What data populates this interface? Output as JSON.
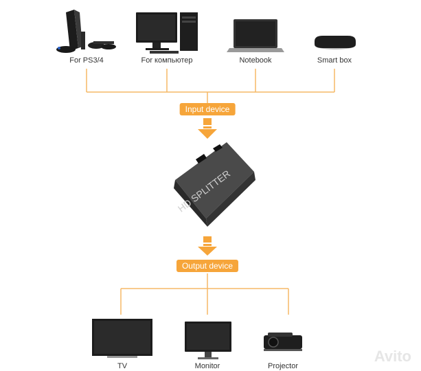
{
  "inputs": {
    "items": [
      {
        "label": "For PS3/4",
        "icon": "game-console-icon"
      },
      {
        "label": "For компьютер",
        "icon": "desktop-computer-icon"
      },
      {
        "label": "Notebook",
        "icon": "notebook-icon"
      },
      {
        "label": "Smart box",
        "icon": "smart-box-icon"
      }
    ]
  },
  "input_pill": "Input device",
  "splitter": {
    "icon": "hdmi-splitter-icon",
    "brand_text": "HD SPLITTER"
  },
  "output_pill": "Output device",
  "outputs": {
    "items": [
      {
        "label": "TV",
        "icon": "tv-icon"
      },
      {
        "label": "Monitor",
        "icon": "monitor-icon"
      },
      {
        "label": "Projector",
        "icon": "projector-icon"
      }
    ]
  },
  "watermark": "Avito",
  "colors": {
    "accent": "#f6a53a",
    "device": "#1c1c1c"
  }
}
